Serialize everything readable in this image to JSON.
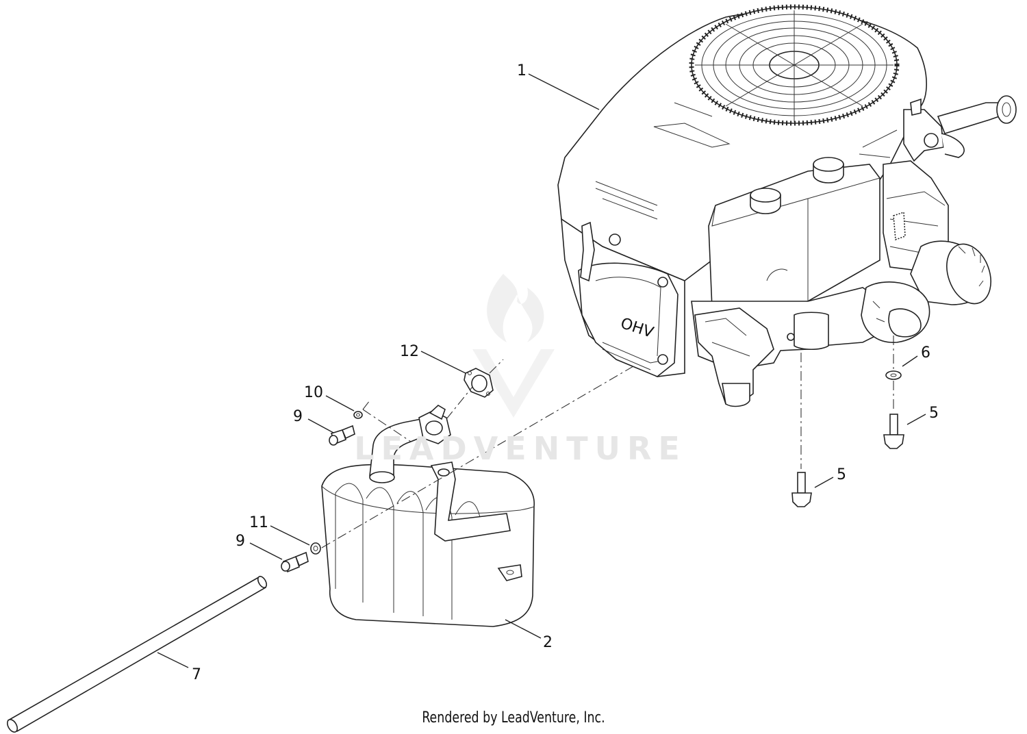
{
  "diagram": {
    "callouts": [
      {
        "id": "c1",
        "label": "1"
      },
      {
        "id": "c2",
        "label": "2"
      },
      {
        "id": "c5a",
        "label": "5"
      },
      {
        "id": "c5b",
        "label": "5"
      },
      {
        "id": "c6",
        "label": "6"
      },
      {
        "id": "c7",
        "label": "7"
      },
      {
        "id": "c9a",
        "label": "9"
      },
      {
        "id": "c9b",
        "label": "9"
      },
      {
        "id": "c10",
        "label": "10"
      },
      {
        "id": "c11",
        "label": "11"
      },
      {
        "id": "c12",
        "label": "12"
      }
    ],
    "engine_marking": "OHV",
    "watermark": "LEADVENTURE",
    "footer": "Rendered by LeadVenture, Inc."
  }
}
